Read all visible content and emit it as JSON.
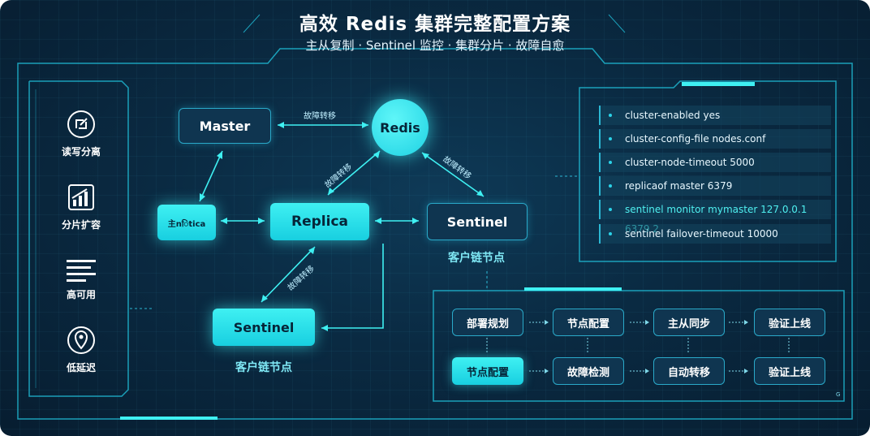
{
  "header": {
    "title": "高效 Redis 集群完整配置方案",
    "subtitle": "主从复制 · Sentinel 监控 · 集群分片 · 故障自愈"
  },
  "sidebar": {
    "items": [
      {
        "label": "读写分离",
        "icon": "refresh-edit-icon"
      },
      {
        "label": "分片扩容",
        "icon": "bar-chart-icon"
      },
      {
        "label": "高可用",
        "icon": "lines-icon"
      },
      {
        "label": "低延迟",
        "icon": "location-pin-icon"
      }
    ]
  },
  "diagram": {
    "master": "Master",
    "redis": "Redis",
    "replica": "Replica",
    "small_node": "主nिtica",
    "sentinel_right": "Sentinel",
    "sentinel_bottom": "Sentinel",
    "caption_right": "客户链节点",
    "caption_bottom": "客户链节点",
    "edge_top": "故障转移",
    "edge_mid": "故障转移",
    "edge_right": "故障转移",
    "edge_lower": "故障转移"
  },
  "config": {
    "lines": [
      {
        "text": "cluster-enabled yes",
        "highlight": false
      },
      {
        "text": "cluster-config-file nodes.conf",
        "highlight": false
      },
      {
        "text": "cluster-node-timeout 5000",
        "highlight": false
      },
      {
        "text": "replicaof master 6379",
        "highlight": false
      },
      {
        "text": "sentinel monitor mymaster 127.0.0.1 6379 2",
        "highlight": true
      },
      {
        "text": "sentinel failover-timeout 10000",
        "highlight": false
      }
    ]
  },
  "process": {
    "row1": [
      "部署规划",
      "节点配置",
      "主从同步",
      "验证上线"
    ],
    "row2": [
      "节点配置",
      "故障检测",
      "自动转移",
      "验证上线"
    ],
    "corner_mark": "G"
  },
  "colors": {
    "background": "#0a2a42",
    "accent": "#3ff0f2",
    "border": "#2aa9c9"
  }
}
